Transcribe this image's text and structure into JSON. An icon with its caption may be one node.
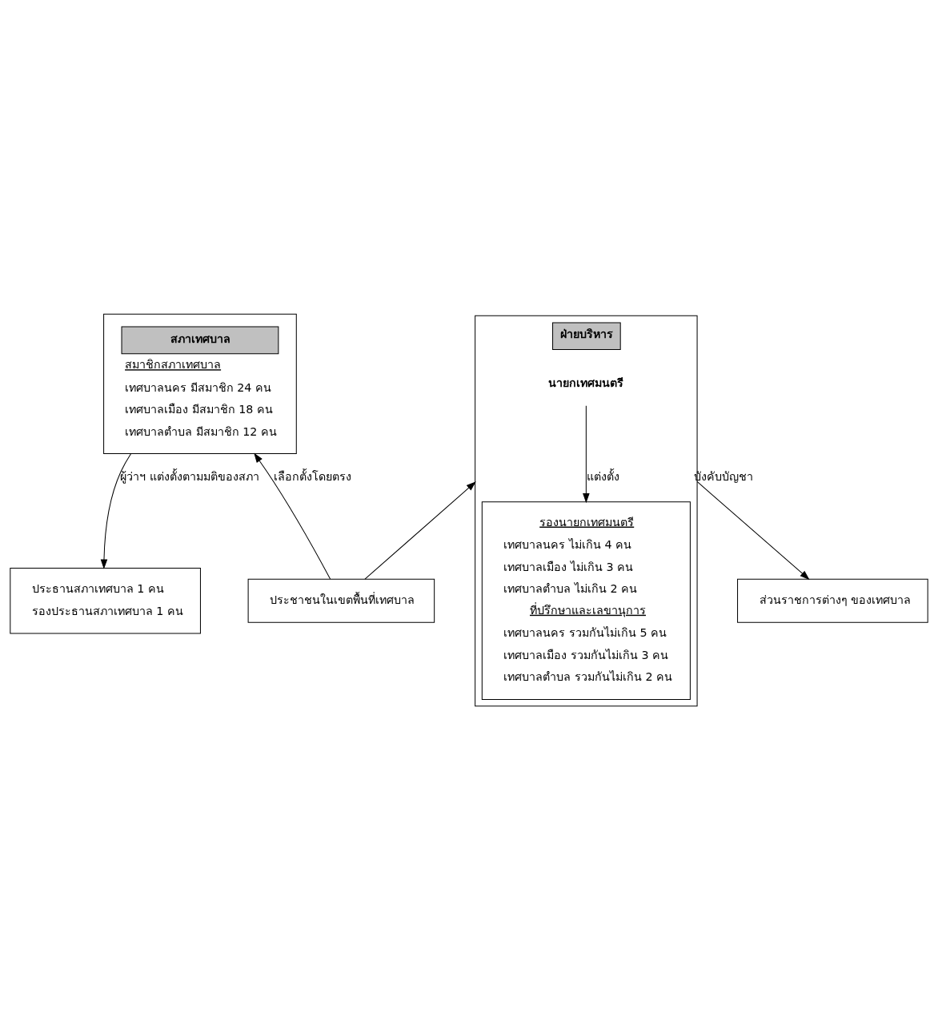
{
  "diagram": {
    "nodes": [
      {
        "text": [
          "สภาเทศบาล",
          "สมาชิกสภาเทศบาล",
          "เทศบาลนคร มีสมาชิก 24 คน",
          "เทศบาลเมือง มีสมาชิก 18 คน",
          "เทศบาลตำบล มีสมาชิก 12 คน"
        ]
      },
      {
        "text": [
          "ประธานสภาเทศบาล 1 คน",
          "รองประธานสภาเทศบาล 1 คน"
        ]
      },
      {
        "text": [
          "ฝ่ายบริหาร"
        ]
      },
      {
        "text": [
          "นายกเทศมนตรี"
        ],
        "in": 2
      },
      {
        "text": [
          "รองนายกเทศมนตรี",
          "เทศบาลนคร ไม่เกิน 4 คน",
          "เทศบาลเมือง ไม่เกิน 3 คน",
          "เทศบาลตำบล ไม่เกิน 2 คน",
          "ที่ปรึกษาและเลขานุการ",
          "เทศบาลนคร รวมกันไม่เกิน 5 คน",
          "เทศบาลเมือง รวมกันไม่เกิน 3 คน",
          "เทศบาลตำบล รวมกันไม่เกิน 2 คน"
        ],
        "in": 2
      },
      {
        "text": [
          "ส่วนราชการต่างๆ ของเทศบาล"
        ]
      },
      {
        "text": [
          "ประชาชนในเขตพื้นที่เทศบาล"
        ]
      }
    ],
    "edges": [
      {
        "from": 0,
        "to": 1,
        "label": "ผู้ว่าฯ แต่งตั้งตามมติของสภา",
        "arrow": "to"
      },
      {
        "from": 3,
        "to": 4,
        "label": "แต่งตั้ง",
        "arrow": "to"
      },
      {
        "from": 6,
        "to": 0,
        "label": "เลือกตั้งโดยตรง",
        "arrow": "to"
      },
      {
        "from": 6,
        "to": 2,
        "arrow": "to"
      },
      {
        "from": 2,
        "to": 5,
        "label": "บังคับบัญชา",
        "arrow": "to"
      }
    ]
  }
}
